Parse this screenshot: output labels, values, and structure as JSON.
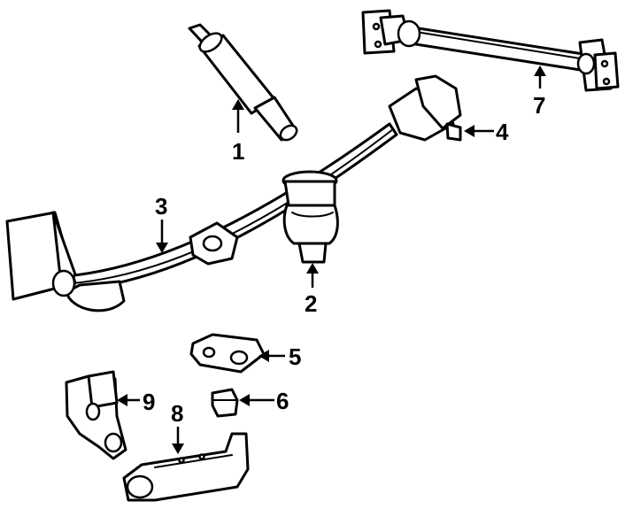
{
  "callouts": [
    {
      "id": "1",
      "label": "1",
      "part": "shock-absorber"
    },
    {
      "id": "2",
      "label": "2",
      "part": "air-spring"
    },
    {
      "id": "3",
      "label": "3",
      "part": "leaf-spring"
    },
    {
      "id": "4",
      "label": "4",
      "part": "spring-bracket"
    },
    {
      "id": "5",
      "label": "5",
      "part": "spring-plate"
    },
    {
      "id": "6",
      "label": "6",
      "part": "bump-stop"
    },
    {
      "id": "7",
      "label": "7",
      "part": "cross-bar"
    },
    {
      "id": "8",
      "label": "8",
      "part": "lower-arm"
    },
    {
      "id": "9",
      "label": "9",
      "part": "hanger-bracket"
    }
  ],
  "colors": {
    "line": "#000000",
    "background": "#ffffff"
  }
}
